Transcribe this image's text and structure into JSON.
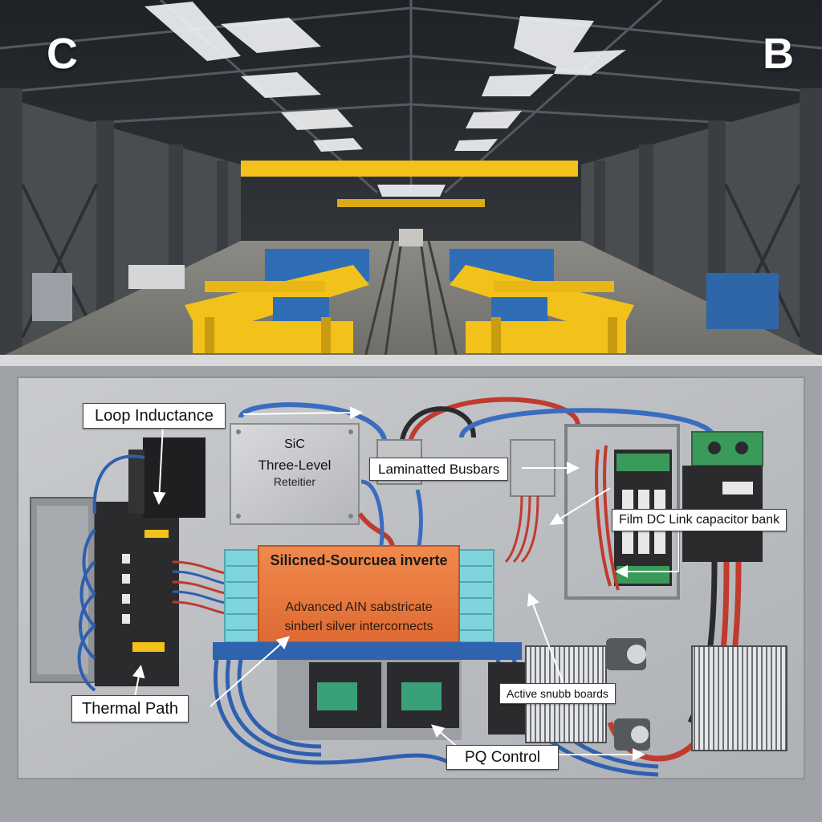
{
  "panels": {
    "left_letter": "C",
    "right_letter": "B"
  },
  "callouts": {
    "loop_inductance": "Loop Inductance",
    "laminated_busbars": "Laminatted Busbars",
    "film_dc_link": "Film DC Link capacitor bank",
    "thermal_path": "Thermal Path",
    "active_snubb": "Active snubb boards",
    "pq_control": "PQ Control"
  },
  "rectifier_box": {
    "line1": "SiC",
    "line2": "Three-Level",
    "line3": "Reteitier"
  },
  "inverter_module": {
    "title": "Silicned-Sourcuea inverte",
    "line1": "Advanced AIN sabstricate",
    "line2": "sinberl silver intercornects"
  },
  "colors": {
    "crane_yellow": "#f2c21a",
    "machine_blue": "#2f6db5",
    "cabinet_grey": "#b9bcc0",
    "inverter_orange": "#e8733a",
    "busbar_cyan": "#7fd3da",
    "capacitor_green": "#3a9a5a"
  }
}
